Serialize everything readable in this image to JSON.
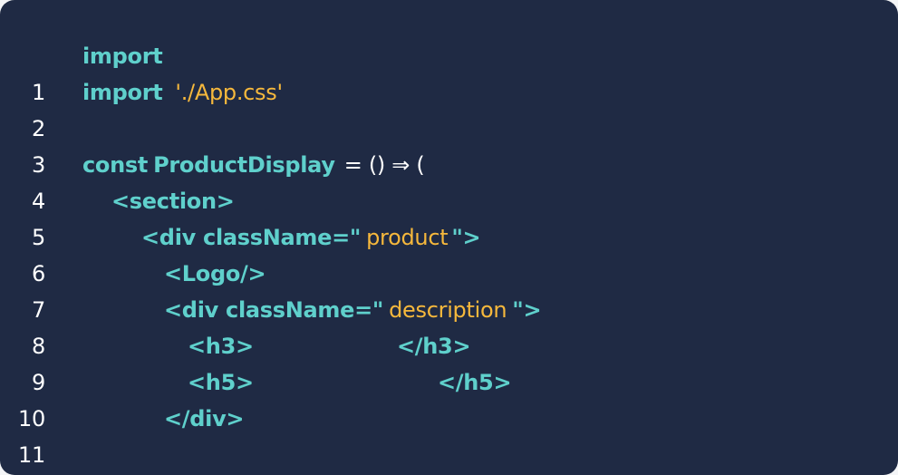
{
  "colors": {
    "background": "#1f2a44",
    "keyword_teal": "#5fd0cc",
    "string_amber": "#f6b83c",
    "line_number": "#ffffff"
  },
  "lines": [
    {
      "num": "1",
      "kw1": "import"
    },
    {
      "num": "2",
      "kw1": "import",
      "str1": "'./App.css'"
    },
    {
      "num": "3"
    },
    {
      "num": "4",
      "kw1": "const",
      "kw2": "ProductDisplay",
      "op1": "= () ⇒ ("
    },
    {
      "num": "5",
      "tag1": "<section>"
    },
    {
      "num": "6",
      "tag1": "<div className=\"",
      "str1": "product",
      "tag2": "\">"
    },
    {
      "num": "7",
      "tag1": "<Logo/>"
    },
    {
      "num": "8",
      "tag1": "<div className=\"",
      "str1": "description",
      "tag2": "\">"
    },
    {
      "num": "9",
      "tag1": "<h3>",
      "tag2": "</h3>"
    },
    {
      "num": "10",
      "tag1": "<h5>",
      "tag2": "</h5>"
    },
    {
      "num": "11",
      "tag1": "</div>"
    }
  ]
}
